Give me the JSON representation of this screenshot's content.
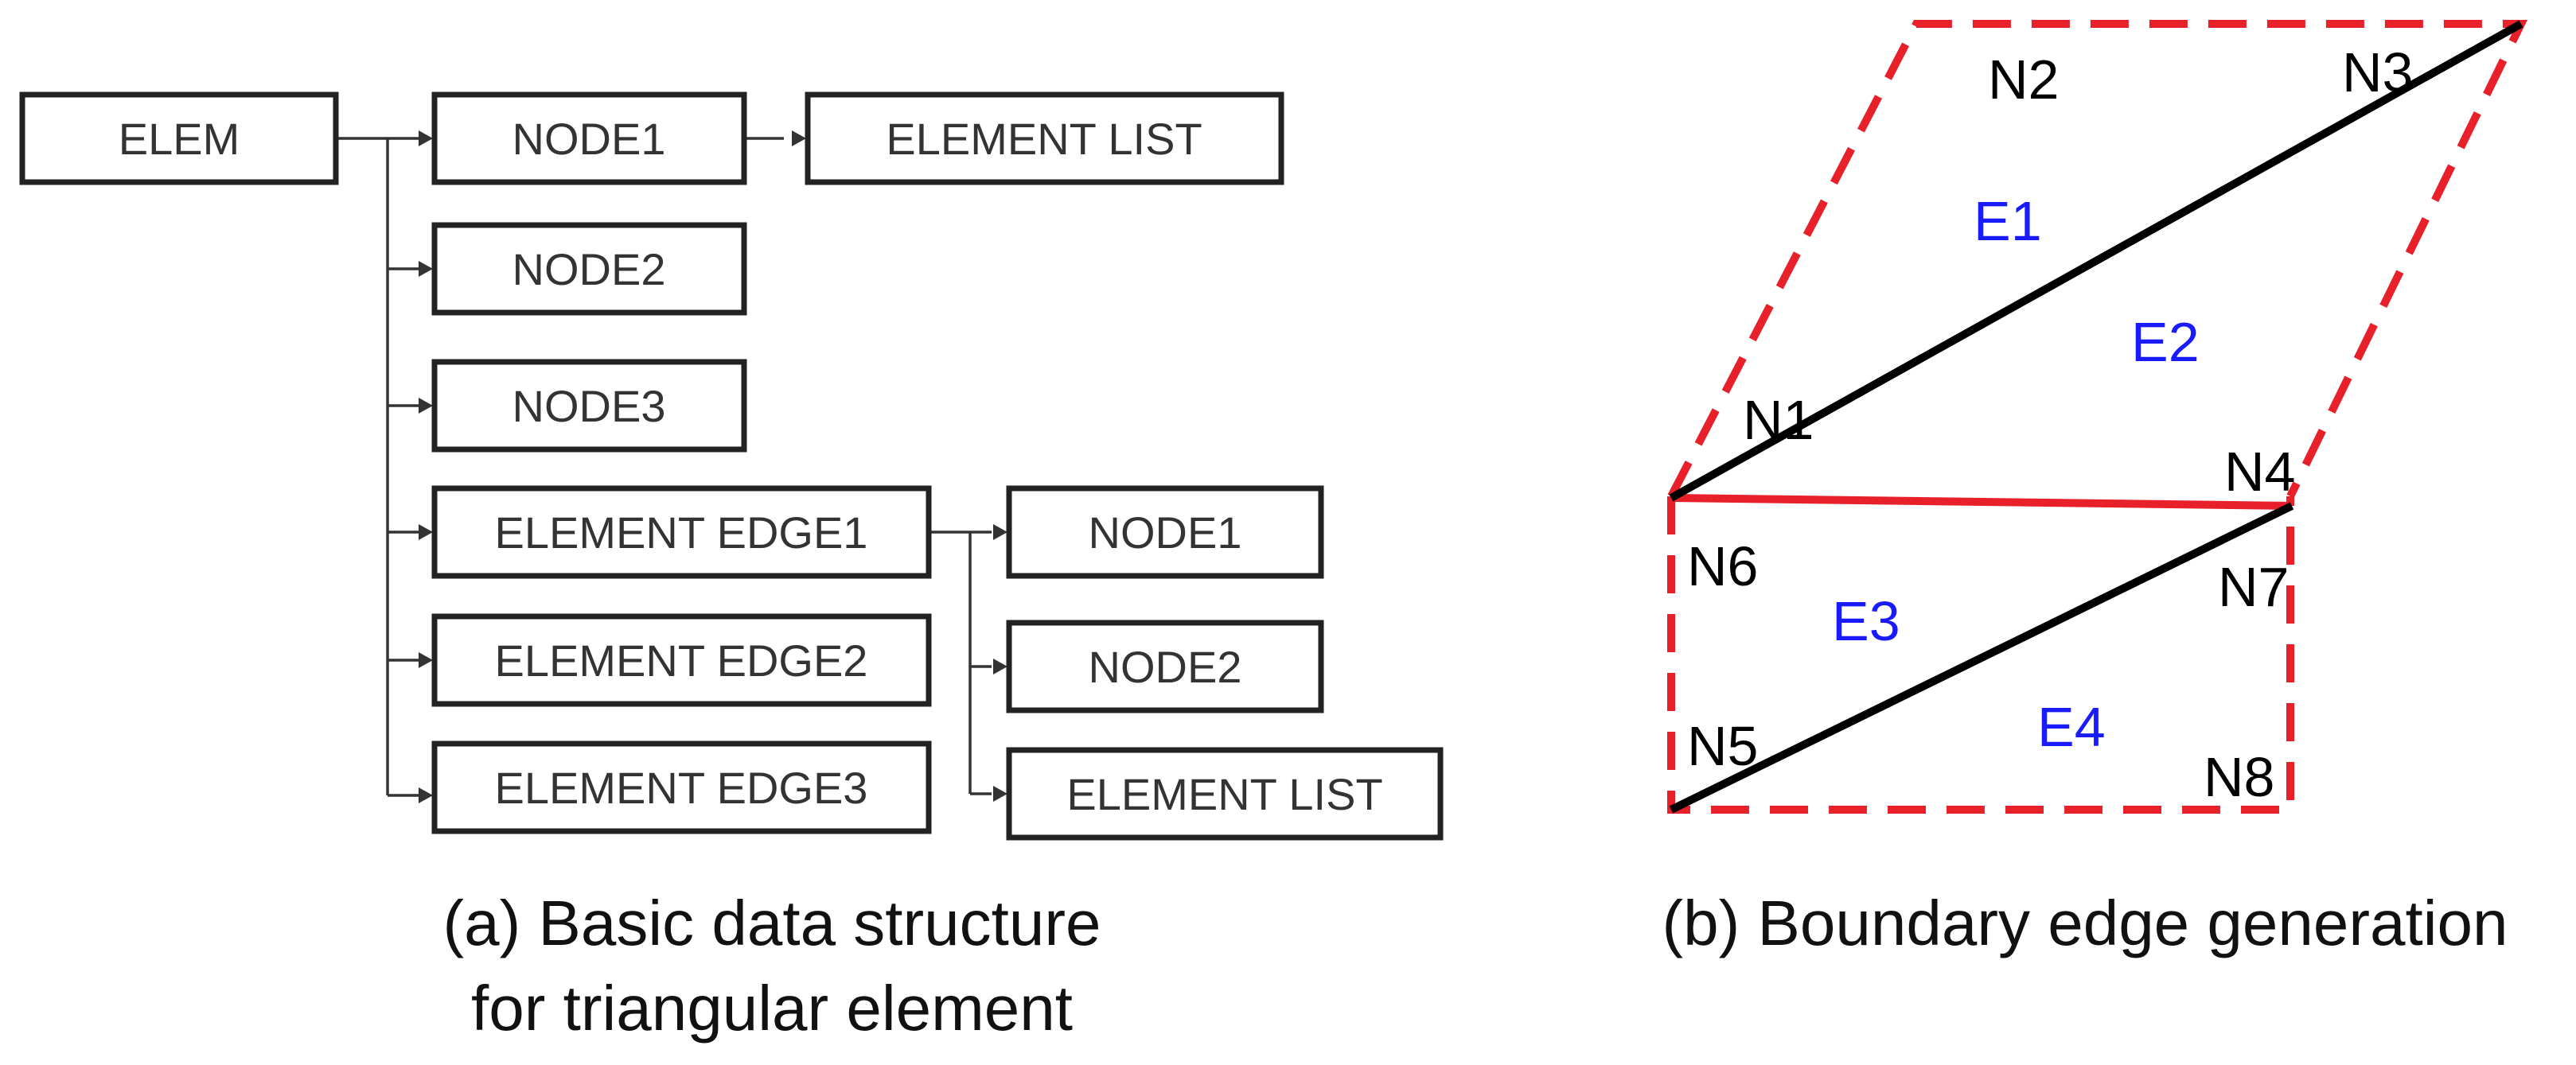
{
  "panel_a": {
    "boxes": {
      "elem": "ELEM",
      "node1": "NODE1",
      "element_list_top": "ELEMENT LIST",
      "node2": "NODE2",
      "node3": "NODE3",
      "edge1": "ELEMENT EDGE1",
      "edge2": "ELEMENT EDGE2",
      "edge3": "ELEMENT EDGE3",
      "sub_node1": "NODE1",
      "sub_node2": "NODE2",
      "sub_element_list": "ELEMENT LIST"
    },
    "caption_line1": "(a) Basic data structure",
    "caption_line2": "for triangular element"
  },
  "panel_b": {
    "nodes": {
      "n1": "N1",
      "n2": "N2",
      "n3": "N3",
      "n4": "N4",
      "n5": "N5",
      "n6": "N6",
      "n7": "N7",
      "n8": "N8"
    },
    "elements": {
      "e1": "E1",
      "e2": "E2",
      "e3": "E3",
      "e4": "E4"
    },
    "caption": "(b) Boundary edge generation",
    "colors": {
      "boundary": "#e8202a",
      "interior_edge": "#000000",
      "element_label": "#1a1aff"
    }
  }
}
